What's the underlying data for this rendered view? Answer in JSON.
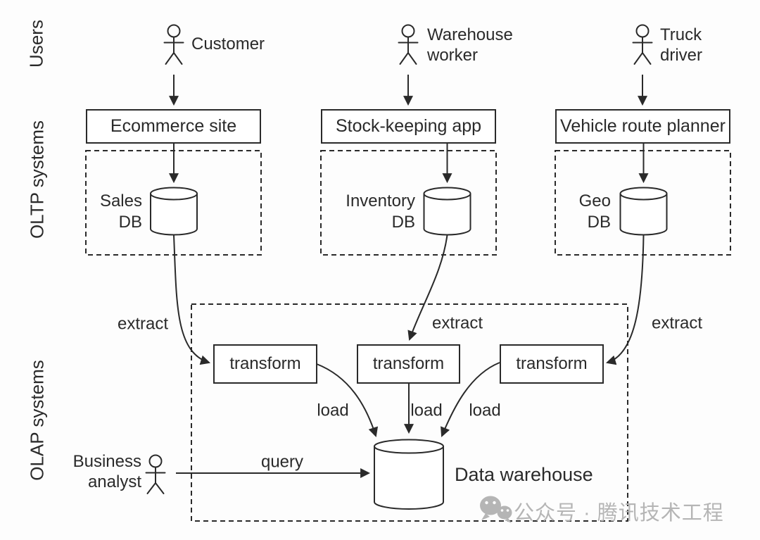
{
  "side_labels": {
    "users": "Users",
    "oltp": "OLTP systems",
    "olap": "OLAP systems"
  },
  "actors": {
    "customer": {
      "label": "Customer"
    },
    "warehouse_worker": {
      "line1": "Warehouse",
      "line2": "worker"
    },
    "truck_driver": {
      "line1": "Truck",
      "line2": "driver"
    },
    "business_analyst": {
      "line1": "Business",
      "line2": "analyst"
    }
  },
  "systems": {
    "ecommerce": "Ecommerce site",
    "stock_keeping": "Stock-keeping app",
    "vehicle_route": "Vehicle route planner"
  },
  "databases": {
    "sales": {
      "line1": "Sales",
      "line2": "DB"
    },
    "inventory": {
      "line1": "Inventory",
      "line2": "DB"
    },
    "geo": {
      "line1": "Geo",
      "line2": "DB"
    }
  },
  "etl": {
    "transform1": "transform",
    "transform2": "transform",
    "transform3": "transform",
    "extract1": "extract",
    "extract2": "extract",
    "extract3": "extract",
    "load1": "load",
    "load2": "load",
    "load3": "load",
    "query": "query"
  },
  "warehouse": {
    "label": "Data warehouse"
  },
  "watermark": {
    "text": "公众号 · 腾讯技术工程",
    "icon": "wechat-icon",
    "color": "#b5b5b5"
  },
  "colors": {
    "line": "#2a2a2a",
    "background": "#fdfdfd"
  }
}
